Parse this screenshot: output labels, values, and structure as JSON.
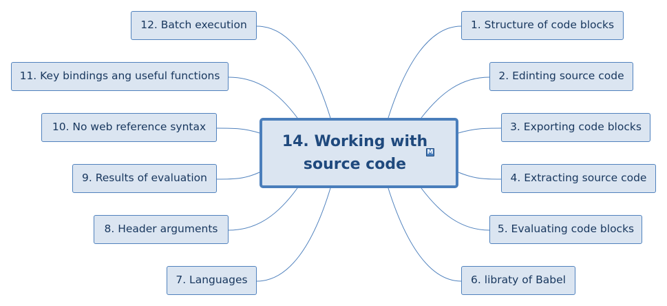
{
  "central_topic": {
    "title": "14. Working with source code",
    "marker_icon": "marker-m-icon",
    "marker_text": "M"
  },
  "subtopics": {
    "t1": "1. Structure of code blocks",
    "t2": "2. Edinting source code",
    "t3": "3. Exporting code blocks",
    "t4": "4. Extracting source code",
    "t5": "5. Evaluating code blocks",
    "t6": "6. libraty of Babel",
    "t7": "7. Languages",
    "t8": "8. Header arguments",
    "t9": "9. Results of evaluation",
    "t10": "10. No web reference syntax",
    "t11": "11. Key bindings ang useful functions",
    "t12": "12. Batch execution"
  },
  "colors": {
    "node_fill": "#dbe5f1",
    "node_border": "#4f81bd",
    "connector": "#4f81bd",
    "text": "#17365d"
  }
}
